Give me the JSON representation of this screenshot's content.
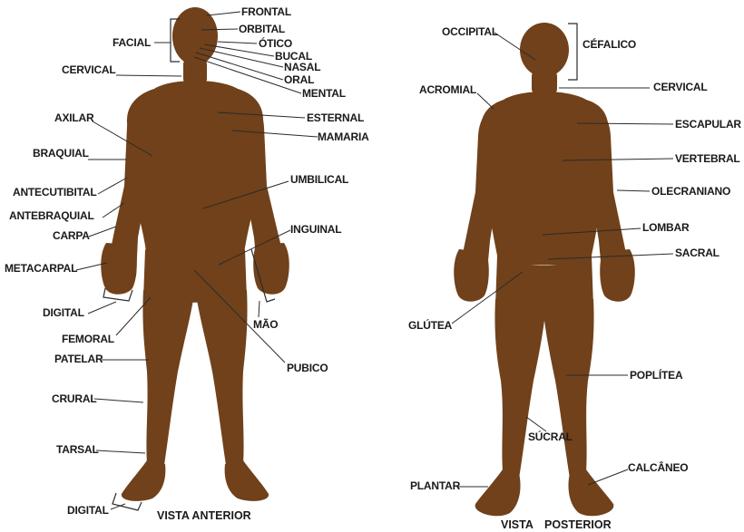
{
  "anterior": {
    "caption": "VISTA ANTERIOR",
    "labels": {
      "frontal": "FRONTAL",
      "orbital": "ORBITAL",
      "otico": "ÓTICO",
      "bucal": "BUCAL",
      "nasal": "NASAL",
      "oral": "ORAL",
      "mental": "MENTAL",
      "facial": "FACIAL",
      "cervical": "CERVICAL",
      "axilar": "AXILAR",
      "esternal": "ESTERNAL",
      "mamaria": "MAMARIA",
      "braquial": "BRAQUIAL",
      "umbilical": "UMBILICAL",
      "antecubital": "ANTECUTIBITAL",
      "antebraquial": "ANTEBRAQUIAL",
      "inguinal": "INGUINAL",
      "carpa": "CARPA",
      "metacarpal": "METACARPAL",
      "digital_hand": "DIGITAL",
      "mao": "MÃO",
      "femoral": "FEMORAL",
      "patelar": "PATELAR",
      "pubico": "PUBICO",
      "crural": "CRURAL",
      "tarsal": "TARSAL",
      "digital_foot": "DIGITAL"
    }
  },
  "posterior": {
    "caption_left": "VISTA",
    "caption_right": "POSTERIOR",
    "labels": {
      "occipital": "OCCIPITAL",
      "cefalico": "CÉFALICO",
      "acromial": "ACROMIAL",
      "cervical": "CERVICAL",
      "escapular": "ESCAPULAR",
      "vertebral": "VERTEBRAL",
      "olecraniano": "OLECRANIANO",
      "lombar": "LOMBAR",
      "sacral": "SACRAL",
      "glutea": "GLÚTEA",
      "poplitea": "POPLÍTEA",
      "sucral": "SÚCRAL",
      "calcaneo": "CALCÂNEO",
      "plantar": "PLANTAR"
    }
  },
  "colors": {
    "body": "#70411a",
    "text": "#1a1a1a",
    "background": "#ffffff"
  }
}
